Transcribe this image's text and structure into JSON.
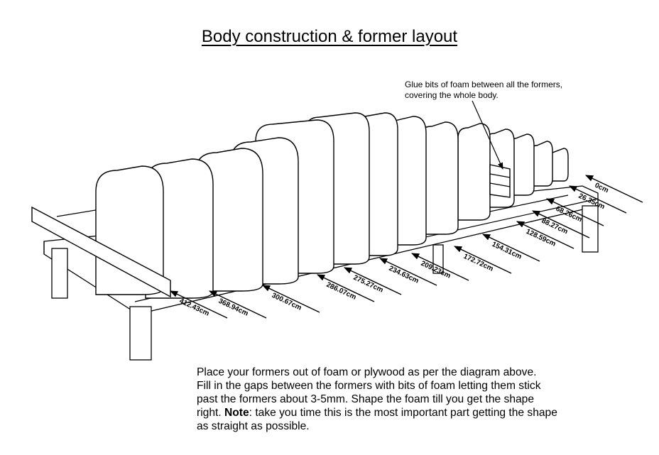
{
  "title": "Body construction & former layout",
  "note": {
    "line1": "Glue bits of foam between all the formers,",
    "line2": "covering the whole body."
  },
  "stations": [
    {
      "label": "0cm"
    },
    {
      "label": "26.35cm"
    },
    {
      "label": "68.26cm"
    },
    {
      "label": "88.27cm"
    },
    {
      "label": "128.59cm"
    },
    {
      "label": "154.31cm"
    },
    {
      "label": "172.72cm"
    },
    {
      "label": "209.23cm"
    },
    {
      "label": "234.63cm"
    },
    {
      "label": "275.27cm"
    },
    {
      "label": "286.07cm"
    },
    {
      "label": "300.67cm"
    },
    {
      "label": "368.94cm"
    },
    {
      "label": "412.43cm"
    }
  ],
  "instructions": {
    "line1": "Place your formers out of foam or plywood as per the diagram above.",
    "line2": "Fill in the gaps between the formers with bits of foam letting them stick",
    "line3": "past the formers about 3-5mm. Shape the foam till you get the shape",
    "line4_bold": "Note",
    "line4_prefix": "right. ",
    "line4_suffix": ": take you time this is the most important part getting the shape",
    "line5": "as straight as possible."
  },
  "colors": {
    "ink": "#000000",
    "paper": "#ffffff"
  }
}
